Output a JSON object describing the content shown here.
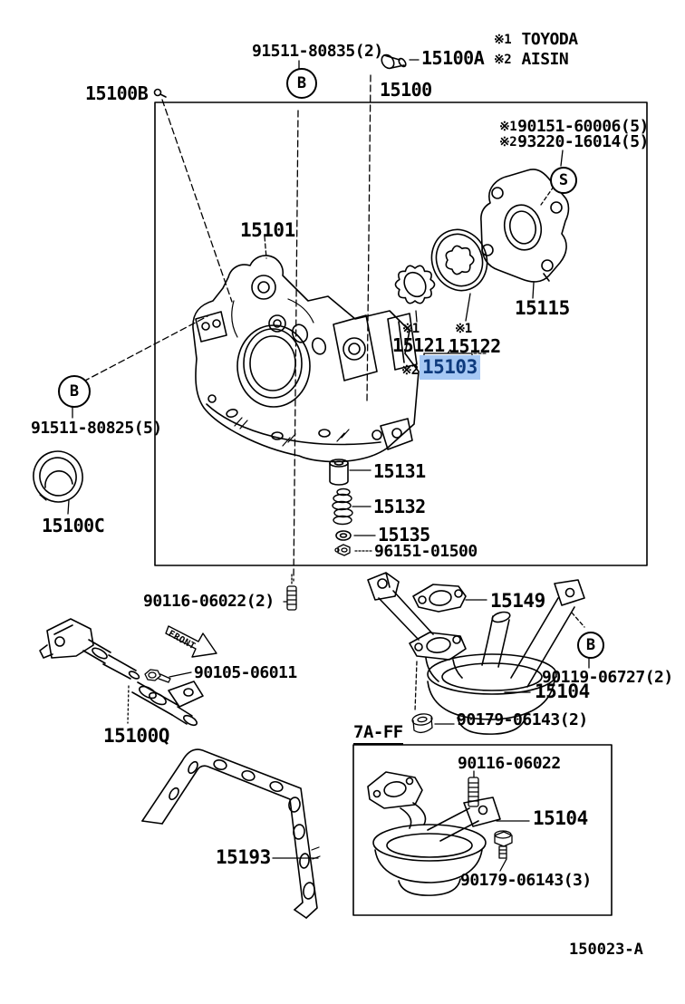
{
  "page": {
    "code": "150023-A"
  },
  "colors": {
    "line": "#000000",
    "background": "#ffffff",
    "highlight_bg": "#a6c8f4",
    "highlight_text": "#0d3a7d"
  },
  "markers": {
    "b_top": "B",
    "b_left": "B",
    "b_bottom_right": "B",
    "s_marker": "S"
  },
  "supplier_note": {
    "line1_prefix": "※1",
    "line1_name": "TOYODA",
    "line2_prefix": "※2",
    "line2_name": "AISIN"
  },
  "labels": {
    "bolt_91511_80835": "91511-80835(2)",
    "p15100A": "15100A",
    "p15100": "15100",
    "p15100B": "15100B",
    "screw_90151_prefix": "※1",
    "screw_90151": "90151-60006(5)",
    "screw_93220_prefix": "※2",
    "screw_93220": "93220-16014(5)",
    "p15101": "15101",
    "p15115": "15115",
    "p15121_prefix": "※1",
    "p15121": "15121",
    "p15122_prefix": "※1",
    "p15122": "15122",
    "p15103_prefix": "※2",
    "p15103": "15103",
    "bolt_91511_80825": "91511-80825(5)",
    "p15100C": "15100C",
    "p15131": "15131",
    "p15132": "15132",
    "p15135": "15135",
    "p96151": "96151-01500",
    "stud_90116_2": "90116-06022(2)",
    "front": "FRONT",
    "bolt_90105": "90105-06011",
    "p15100Q": "15100Q",
    "p15149": "15149",
    "bolt_90119": "90119-06727(2)",
    "p15104": "15104",
    "plug_90179_2": "90179-06143(2)",
    "variant_7aff": "7A-FF",
    "stud_90116": "90116-06022",
    "p15104_inner": "15104",
    "plug_90179_3": "90179-06143(3)",
    "p15193": "15193"
  }
}
